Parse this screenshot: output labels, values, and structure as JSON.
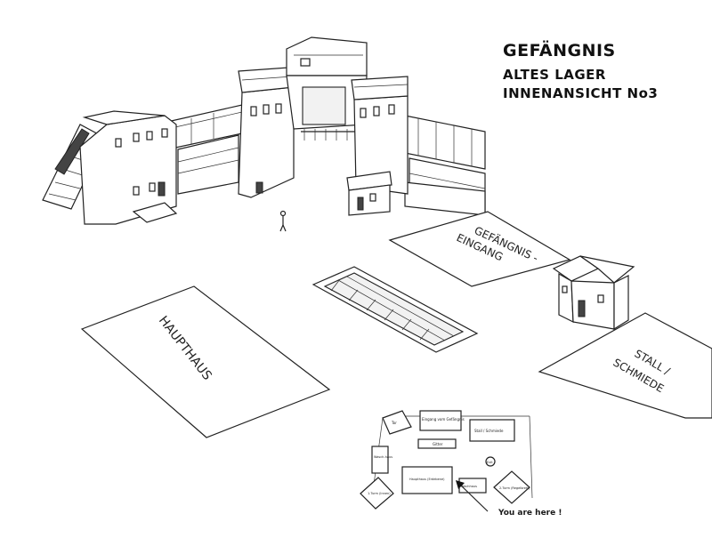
{
  "title": {
    "line1": "GEFÄNGNIS",
    "line2": "ALTES LAGER",
    "line3": "INNENANSICHT No3"
  },
  "areas": {
    "haupthaus": "HAUPTHAUS",
    "eingang_line1": "GEFÄNGNIS -",
    "eingang_line2": "EINGANG",
    "stall_line1": "STALL /",
    "stall_line2": "SCHMIEDE"
  },
  "minimap": {
    "tor": "Tor",
    "eingang": "Eingang vom Gefängnis",
    "stall": "Stall / Schmiede",
    "gitter": "Gitter",
    "wasch": "Wasch-haus",
    "haupthaus": "Haupthaus (Erdebene)",
    "wachhaus": "Wachhaus",
    "turm1": "1.Turm (Innen)",
    "turm2": "2.Turm (Regelbrett)",
    "exit": "Exit"
  },
  "marker": "You are here !"
}
